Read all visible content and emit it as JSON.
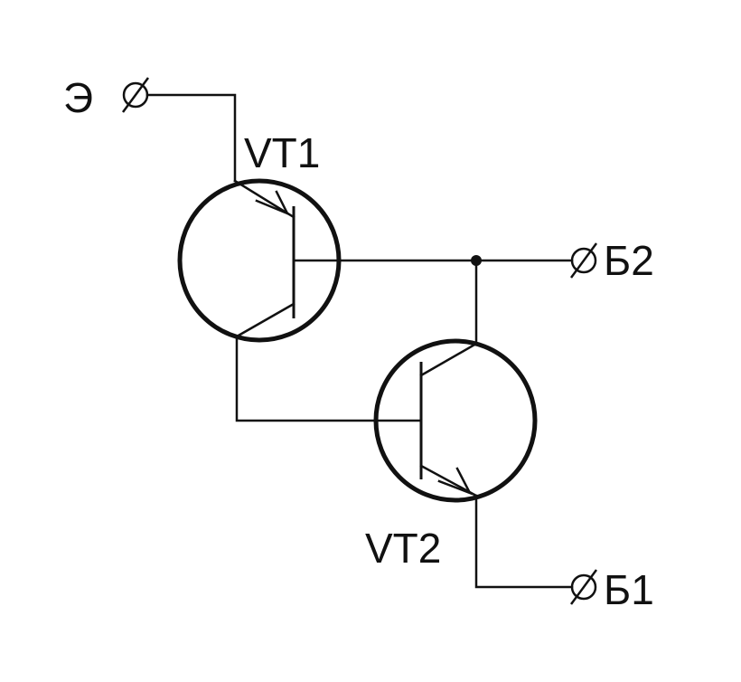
{
  "diagram": {
    "terminals": {
      "emitter": "Э",
      "base2": "Б2",
      "base1": "Б1"
    },
    "transistors": {
      "vt1": "VT1",
      "vt2": "VT2"
    },
    "colors": {
      "line": "#111111",
      "background": "#ffffff"
    }
  }
}
